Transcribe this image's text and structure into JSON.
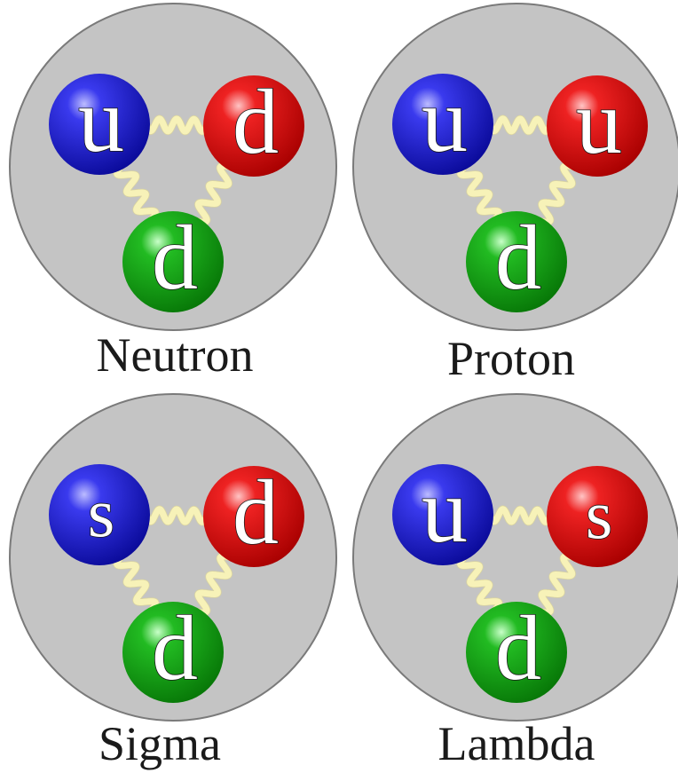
{
  "colors": {
    "background": "#ffffff",
    "hadron_fill": "#c4c4c4",
    "hadron_stroke": "#7a7a7a",
    "quark_top_left": "#1a1acc",
    "quark_top_right": "#dd1111",
    "quark_bottom": "#12a812",
    "gluon": "#f7f2b8",
    "label_text": "#1a1a1a"
  },
  "particles": [
    {
      "name": "Neutron",
      "quarks": {
        "top_left": "u",
        "top_right": "d",
        "bottom": "d"
      }
    },
    {
      "name": "Proton",
      "quarks": {
        "top_left": "u",
        "top_right": "u",
        "bottom": "d"
      }
    },
    {
      "name": "Sigma",
      "quarks": {
        "top_left": "s",
        "top_right": "d",
        "bottom": "d"
      }
    },
    {
      "name": "Lambda",
      "quarks": {
        "top_left": "u",
        "top_right": "s",
        "bottom": "d"
      }
    }
  ]
}
